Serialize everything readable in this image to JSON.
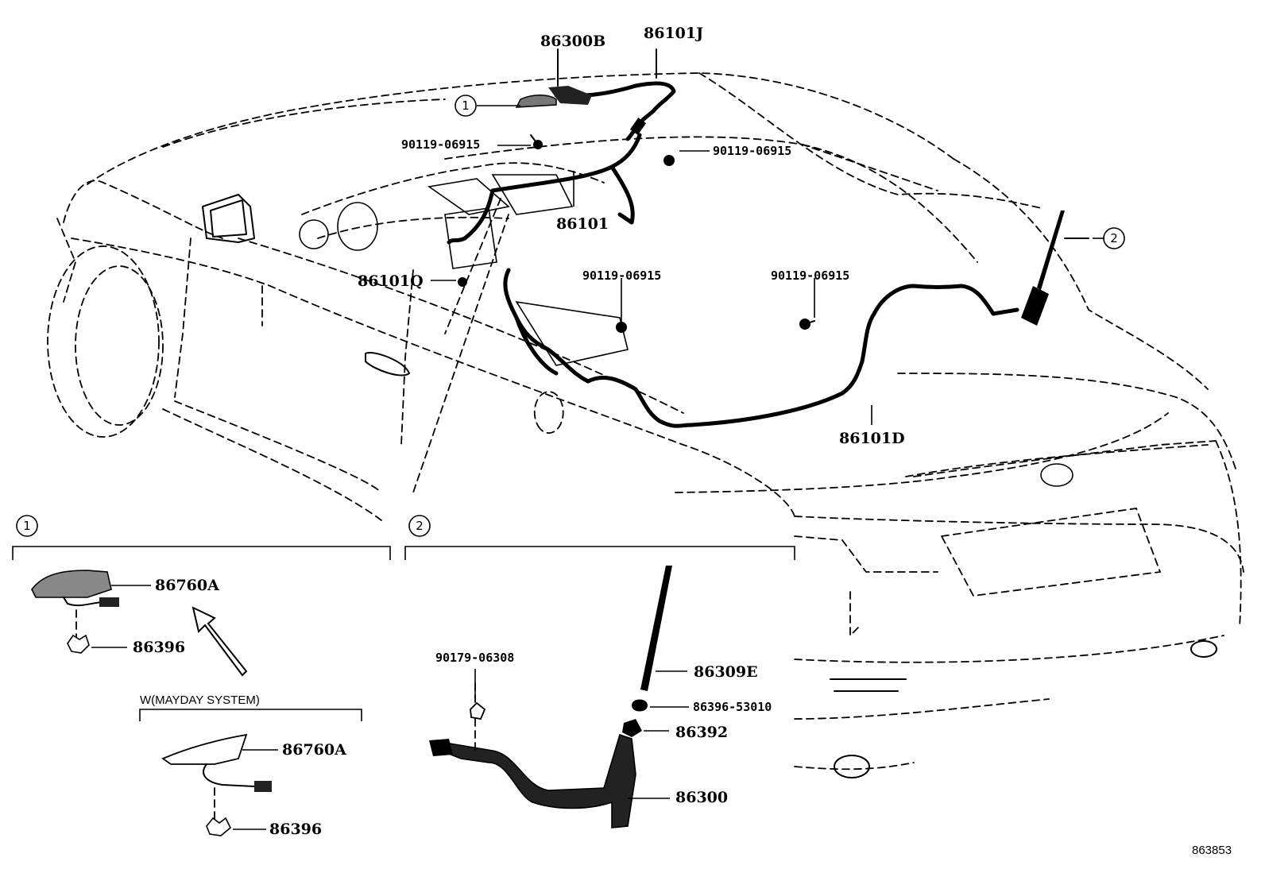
{
  "callouts": {
    "c1": "1",
    "c2": "2"
  },
  "parts": {
    "p_86300B": "86300B",
    "p_86101J": "86101J",
    "p_90119_top_left": "90119-06915",
    "p_90119_top_right": "90119-06915",
    "p_86101": "86101",
    "p_86101Q": "86101Q",
    "p_90119_mid": "90119-06915",
    "p_90119_right": "90119-06915",
    "p_86101D": "86101D",
    "p_86760A_1": "86760A",
    "p_86396_1": "86396",
    "p_mayday": "W(MAYDAY SYSTEM)",
    "p_86760A_2": "86760A",
    "p_86396_2": "86396",
    "p_90179": "90179-06308",
    "p_86309E": "86309E",
    "p_86396_53010": "86396-53010",
    "p_86392": "86392",
    "p_86300": "86300"
  },
  "footer": {
    "diagram_number": "863853"
  }
}
